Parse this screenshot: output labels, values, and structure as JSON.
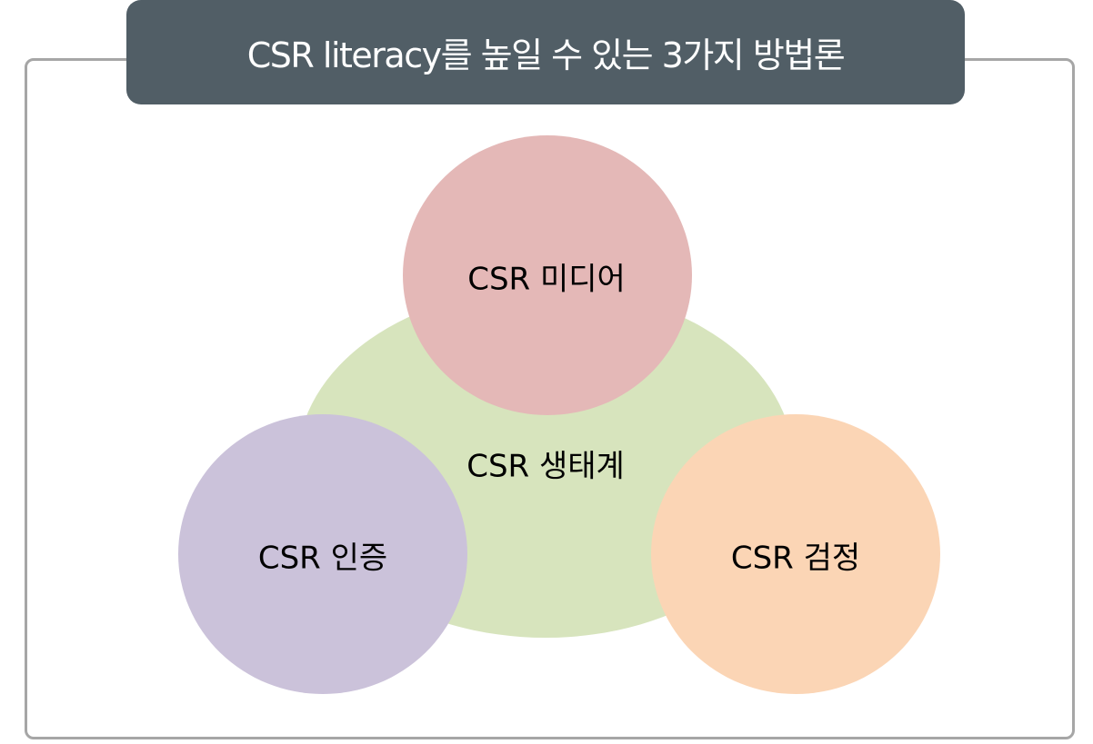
{
  "title": "CSR  literacy를 높일 수  있는  3가지 방법론",
  "center": {
    "label": "CSR 생태계",
    "color": "#d7e4bd"
  },
  "circles": {
    "top": {
      "label": "CSR 미디어",
      "color": "#e4b8b7"
    },
    "left": {
      "label": "CSR 인증",
      "color": "#cbc2da"
    },
    "right": {
      "label": "CSR 검정",
      "color": "#fbd5b5"
    }
  }
}
